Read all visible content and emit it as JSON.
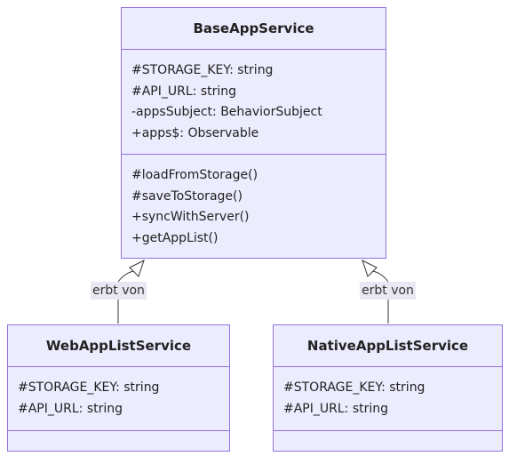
{
  "classes": {
    "base": {
      "name": "BaseAppService",
      "attributes": [
        "#STORAGE_KEY: string",
        "#API_URL: string",
        "-appsSubject: BehaviorSubject",
        "+apps$: Observable"
      ],
      "methods": [
        "#loadFromStorage()",
        "#saveToStorage()",
        "+syncWithServer()",
        "+getAppList()"
      ]
    },
    "web": {
      "name": "WebAppListService",
      "attributes": [
        "#STORAGE_KEY: string",
        "#API_URL: string"
      ],
      "methods": []
    },
    "native": {
      "name": "NativeAppListService",
      "attributes": [
        "#STORAGE_KEY: string",
        "#API_URL: string"
      ],
      "methods": []
    }
  },
  "relations": [
    {
      "from": "web",
      "to": "base",
      "type": "inheritance",
      "label": "erbt von"
    },
    {
      "from": "native",
      "to": "base",
      "type": "inheritance",
      "label": "erbt von"
    }
  ],
  "colors": {
    "box_fill": "#ECECFF",
    "box_border": "#9370DB",
    "edge": "#333333",
    "label_bg": "#E8E8F2"
  }
}
